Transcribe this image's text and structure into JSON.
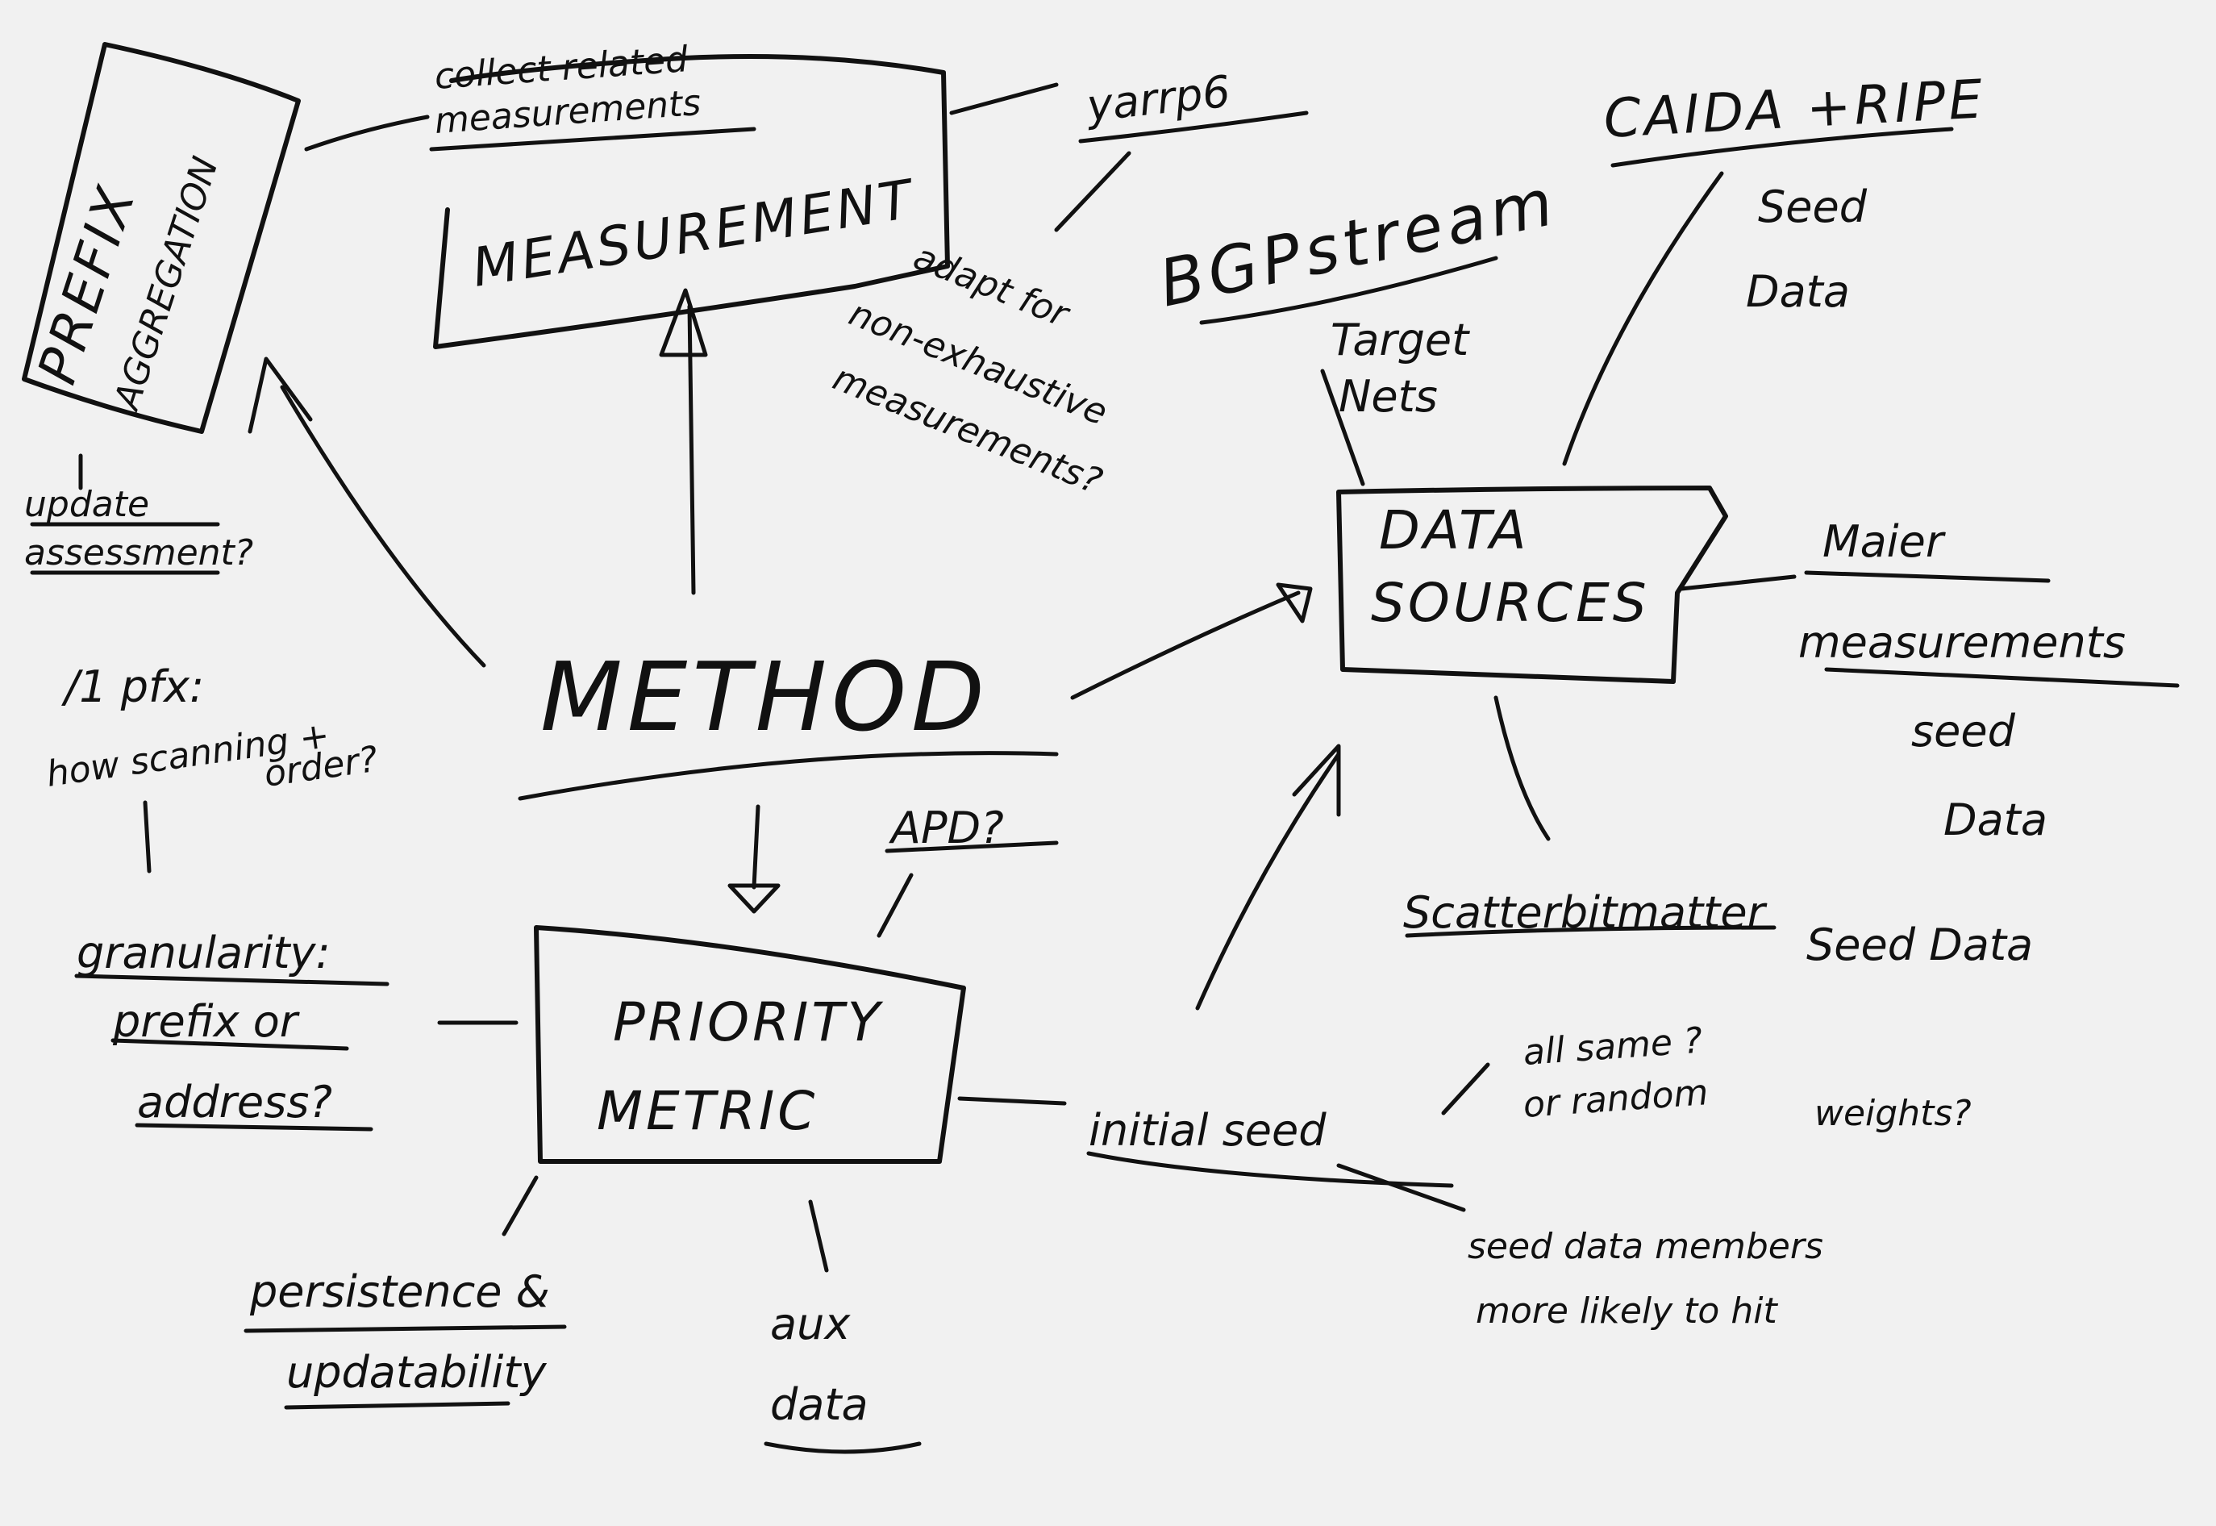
{
  "diagram": {
    "center": "METHOD",
    "boxes": {
      "measurement": "MEASUREMENT",
      "measurement_note_line1": "collect related",
      "measurement_note_line2": "measurements",
      "prefix_line1": "PREFIX",
      "prefix_line2": "AGGREGATION",
      "data_sources_line1": "DATA",
      "data_sources_line2": "SOURCES",
      "priority_line1": "PRIORITY",
      "priority_line2": "METRIC"
    },
    "labels": {
      "yarrp6": "yarrp6",
      "adapt_line1": "adapt for",
      "adapt_line2": "non-exhaustive",
      "adapt_line3": "measurements?",
      "bgpstream": "BGPstream",
      "target_line1": "Target",
      "target_line2": "Nets",
      "caida_ripe": "CAIDA +RIPE",
      "seed_data_1_line1": "Seed",
      "seed_data_1_line2": "Data",
      "maier_line1": "Maier",
      "maier_line2": "measurements",
      "seed_data_2_line1": "seed",
      "seed_data_2_line2": "Data",
      "scattermatter": "Scatterbitmatter",
      "seed_data_3": "Seed Data",
      "update_line1": "update",
      "update_line2": "assessment?",
      "pfx_line1": "/1 pfx:",
      "pfx_line2": "how scanning +",
      "pfx_line3": "order?",
      "granularity_line1": "granularity:",
      "granularity_line2": "prefix or",
      "granularity_line3": "address?",
      "apd": "APD?",
      "initial_seed": "initial seed",
      "all_same_line1": "all same ?",
      "all_same_line2": "or random",
      "weights": "weights?",
      "seed_members_line1": "seed data members",
      "seed_members_line2": "more likely to hit",
      "persistence_line1": "persistence &",
      "persistence_line2": "updatability",
      "aux_line1": "aux",
      "aux_line2": "data"
    }
  }
}
